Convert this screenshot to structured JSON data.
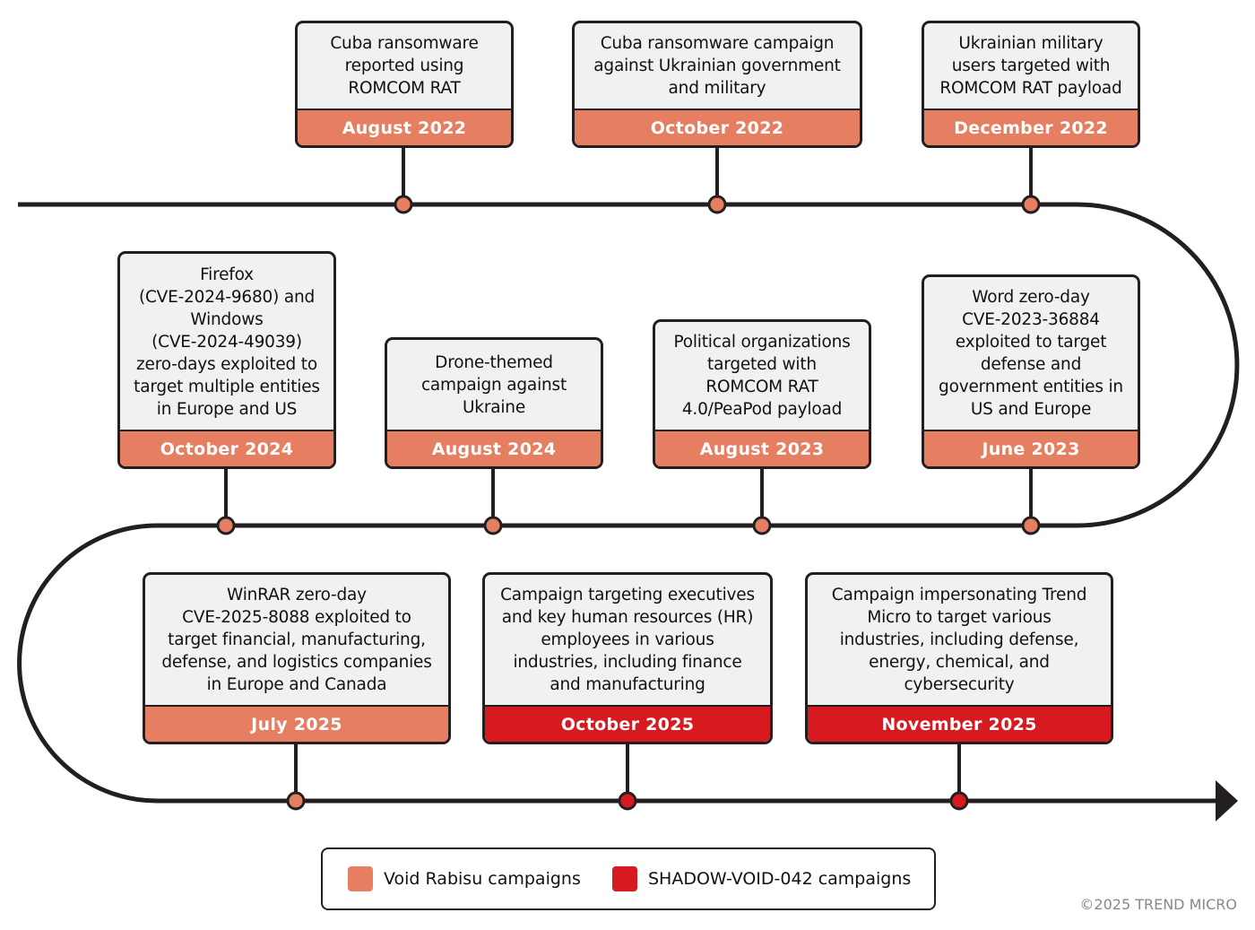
{
  "colors": {
    "void_rabisu": "#e67e62",
    "shadow_void": "#d71920",
    "line": "#231f20",
    "card_bg": "#f0f1f1"
  },
  "events": [
    {
      "date": "August 2022",
      "text": "Cuba ransomware\nreported using\nROMCOM RAT",
      "group": "void_rabisu"
    },
    {
      "date": "October 2022",
      "text": "Cuba ransomware campaign\nagainst Ukrainian government\nand military",
      "group": "void_rabisu"
    },
    {
      "date": "December 2022",
      "text": "Ukrainian military\nusers targeted with\nROMCOM RAT payload",
      "group": "void_rabisu"
    },
    {
      "date": "June 2023",
      "text": "Word zero-day\nCVE-2023-36884\nexploited to target\ndefense and\ngovernment entities in\nUS and Europe",
      "group": "void_rabisu"
    },
    {
      "date": "August 2023",
      "text": "Political organizations\ntargeted with\nROMCOM RAT\n4.0/PeaPod payload",
      "group": "void_rabisu"
    },
    {
      "date": "August 2024",
      "text": "Drone-themed\ncampaign against\nUkraine",
      "group": "void_rabisu"
    },
    {
      "date": "October 2024",
      "text": "Firefox\n(CVE-2024-9680) and\nWindows\n(CVE-2024-49039)\nzero-days exploited to\ntarget multiple entities\nin Europe and US",
      "group": "void_rabisu"
    },
    {
      "date": "July 2025",
      "text": "WinRAR zero-day\nCVE-2025-8088 exploited to\ntarget financial, manufacturing,\ndefense, and logistics companies\nin Europe and Canada",
      "group": "void_rabisu"
    },
    {
      "date": "October 2025",
      "text": "Campaign targeting executives\nand key human resources (HR)\nemployees in various\nindustries, including finance\nand manufacturing",
      "group": "shadow_void"
    },
    {
      "date": "November 2025",
      "text": "Campaign impersonating Trend\nMicro to target various\nindustries, including defense,\nenergy, chemical, and\ncybersecurity",
      "group": "shadow_void"
    }
  ],
  "legend": {
    "void_rabisu": "Void Rabisu campaigns",
    "shadow_void": "SHADOW-VOID-042 campaigns"
  },
  "copyright": "©2025 TREND MICRO"
}
